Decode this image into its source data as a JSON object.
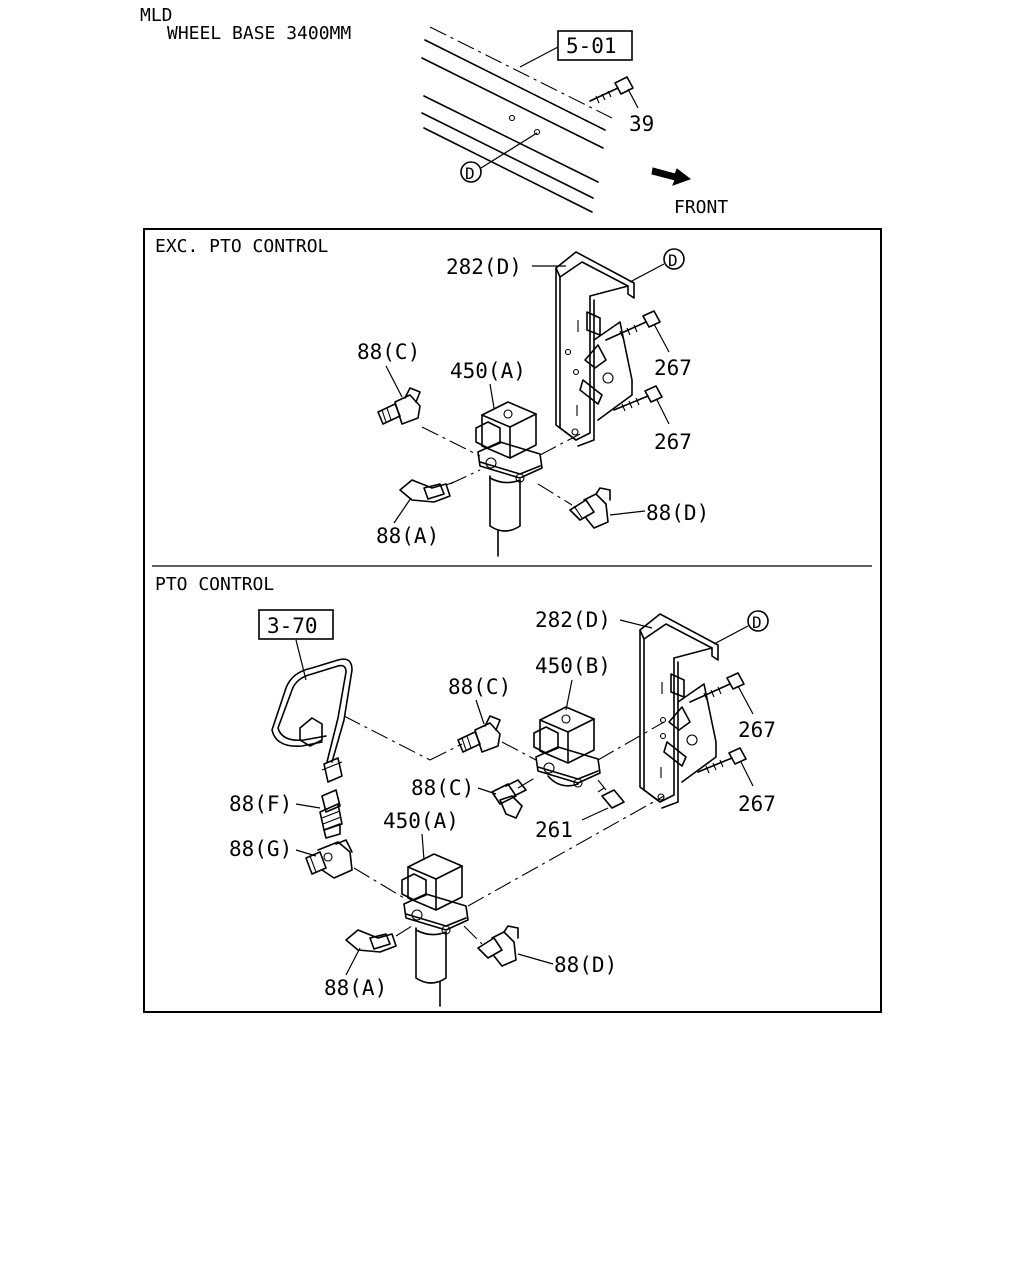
{
  "header": {
    "model": "MLD",
    "wheel_base": "WHEEL BASE 3400MM",
    "ref_top": "5-01",
    "bolt_top": "39",
    "circle_d": "D",
    "front": "FRONT"
  },
  "panel_exc": {
    "title": "EXC. PTO CONTROL",
    "bracket": "282(D)",
    "circle_d": "D",
    "bolt_upper": "267",
    "bolt_lower": "267",
    "valve": "450(A)",
    "fitting_c": "88(C)",
    "fitting_a": "88(A)",
    "fitting_d": "88(D)"
  },
  "panel_pto": {
    "title": "PTO CONTROL",
    "ref_pipe": "3-70",
    "bracket": "282(D)",
    "circle_d": "D",
    "valve_b": "450(B)",
    "fitting_c_upper": "88(C)",
    "fitting_c_lower": "88(C)",
    "bolt_upper": "267",
    "bolt_lower": "267",
    "fitting_f": "88(F)",
    "fitting_g": "88(G)",
    "valve_a": "450(A)",
    "plug": "261",
    "fitting_a": "88(A)",
    "fitting_d": "88(D)"
  }
}
